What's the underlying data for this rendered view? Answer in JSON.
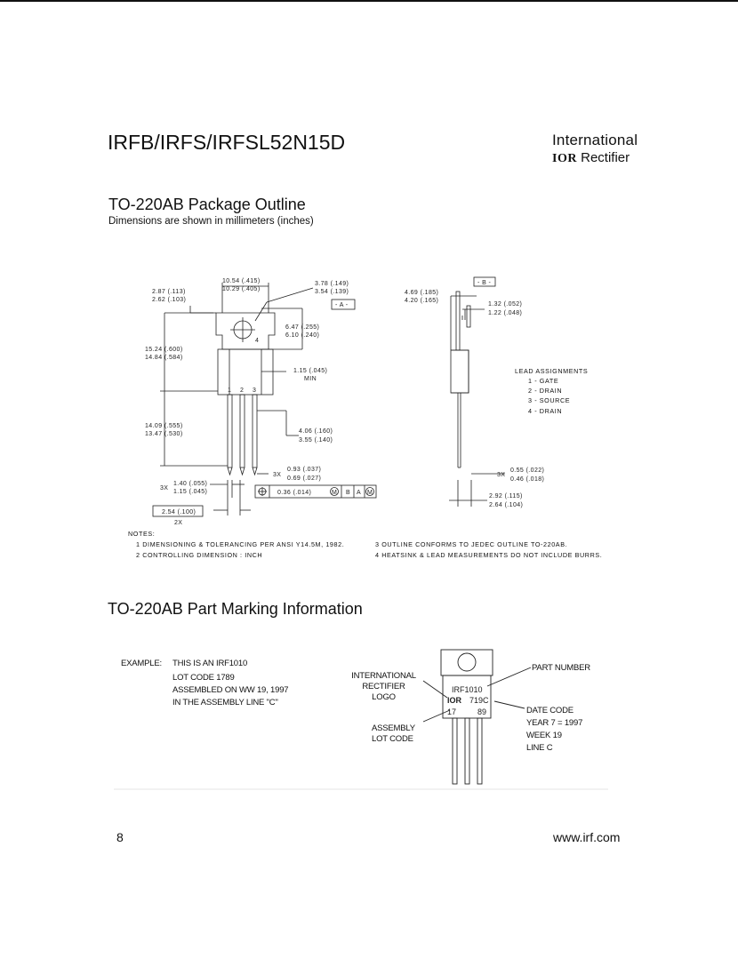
{
  "header": {
    "title": "IRFB/IRFS/IRFSL52N15D",
    "logo_line1": "International",
    "logo_ior": "IOR",
    "logo_line2": "Rectifier"
  },
  "outline": {
    "heading": "TO-220AB Package Outline",
    "subheading": "Dimensions are shown in millimeters (inches)",
    "dims": {
      "d1": "10.54 (.415)",
      "d2": "10.29 (.405)",
      "d3": "2.87 (.113)",
      "d4": "2.62 (.103)",
      "d5": "3.78 (.149)",
      "d6": "3.54 (.139)",
      "datum_a": "- A -",
      "d7": "6.47 (.255)",
      "d8": "6.10 (.240)",
      "d9": "15.24 (.600)",
      "d10": "14.84 (.584)",
      "d11": "1.15 (.045)",
      "d12": "MIN",
      "pin1": "1",
      "pin2": "2",
      "pin3": "3",
      "tab": "4",
      "d13": "14.09 (.555)",
      "d14": "13.47 (.530)",
      "d15": "4.06 (.160)",
      "d16": "3.55 (.140)",
      "x3a": "3X",
      "d17": "0.93 (.037)",
      "d18": "0.69 (.027)",
      "x3b": "3X",
      "d19": "1.40 (.055)",
      "d20": "1.15 (.045)",
      "tol": "0.36 (.014)",
      "m1": "M",
      "b": "B",
      "a": "A",
      "m2": "M",
      "d21": "2.54 (.100)",
      "x2": "2X",
      "d22": "4.69 (.185)",
      "d23": "4.20 (.165)",
      "datum_b": "- B -",
      "d24": "1.32 (.052)",
      "d25": "1.22 (.048)",
      "x3c": "3X",
      "d26": "0.55 (.022)",
      "d27": "0.46 (.018)",
      "d28": "2.92 (.115)",
      "d29": "2.64 (.104)"
    },
    "lead_assignments": {
      "title": "LEAD ASSIGNMENTS",
      "items": [
        "1 - GATE",
        "2 - DRAIN",
        "3 - SOURCE",
        "4 - DRAIN"
      ]
    },
    "notes": {
      "title": "NOTES:",
      "n1": "1  DIMENSIONING & TOLERANCING PER ANSI Y14.5M, 1982.",
      "n2": "2  CONTROLLING DIMENSION : INCH",
      "n3": "3  OUTLINE CONFORMS TO JEDEC OUTLINE TO-220AB.",
      "n4": "4  HEATSINK & LEAD MEASUREMENTS DO NOT INCLUDE BURRS."
    }
  },
  "marking": {
    "heading": "TO-220AB Part Marking Information",
    "example_label": "EXAMPLE:",
    "example_lines": [
      "THIS IS AN IRF1010",
      "LOT CODE 1789",
      "ASSEMBLED ON WW 19, 1997",
      "IN THE ASSEMBLY LINE \"C\""
    ],
    "logo_label": [
      "INTERNATIONAL",
      "RECTIFIER",
      "LOGO"
    ],
    "assembly_label": [
      "ASSEMBLY",
      "LOT CODE"
    ],
    "part_number_label": "PART NUMBER",
    "date_code_lines": [
      "DATE CODE",
      "YEAR 7 =  1997",
      "WEEK 19",
      "LINE C"
    ],
    "body_part": "IRF1010",
    "body_logo": "IOR",
    "body_date": "719C",
    "body_lot1": "17",
    "body_lot2": "89"
  },
  "footer": {
    "page": "8",
    "url": "www.irf.com"
  }
}
